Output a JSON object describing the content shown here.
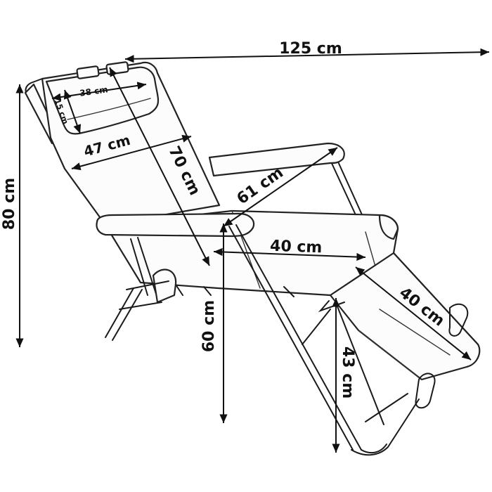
{
  "dimensions": {
    "total_length": "125 cm",
    "total_height": "80 cm",
    "headrest_width": "38 cm",
    "headrest_height": "15 cm",
    "backrest_width": "47 cm",
    "backrest_length": "70 cm",
    "armrest_length": "61 cm",
    "seat_length": "40 cm",
    "footrest_length": "40 cm",
    "armrest_height": "60 cm",
    "seat_height": "43 cm"
  }
}
